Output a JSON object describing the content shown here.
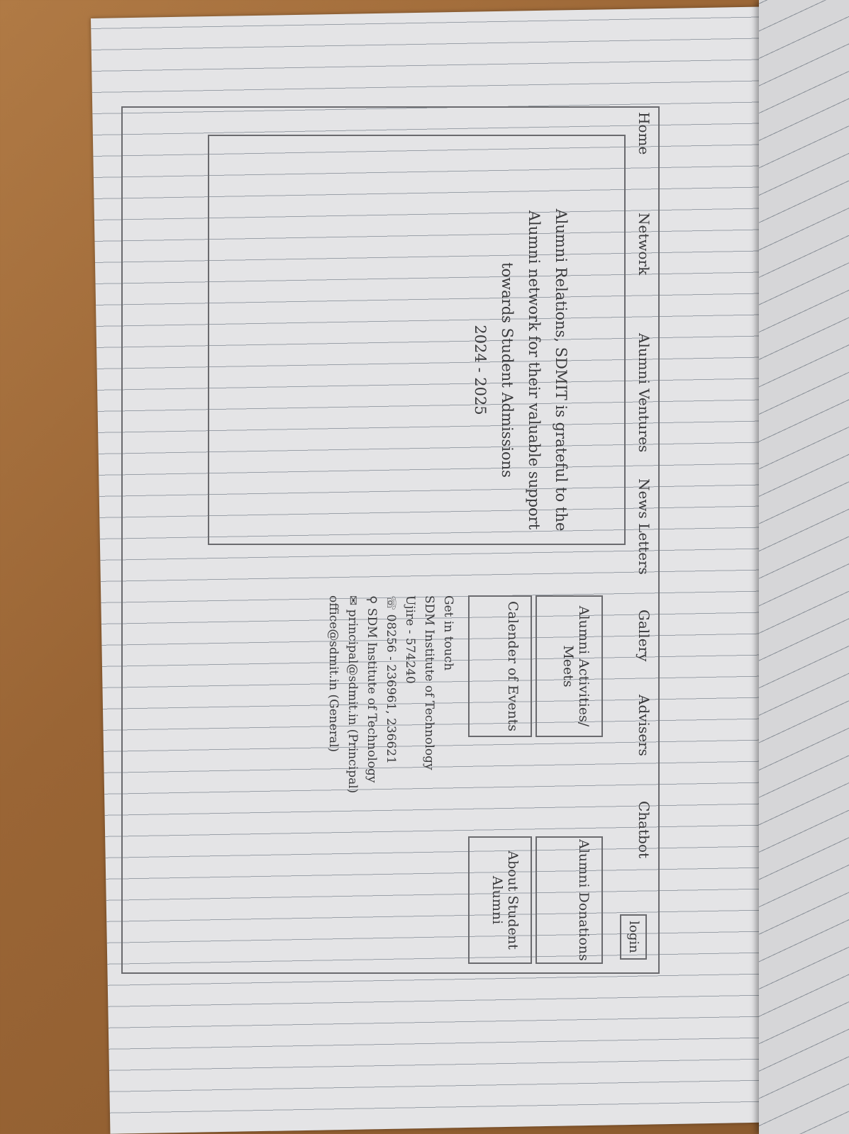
{
  "nav": {
    "items": [
      "Home",
      "Network",
      "Alumni Ventures",
      "News Letters",
      "Gallery",
      "Advisers",
      "Chatbot"
    ],
    "login": "login"
  },
  "hero": {
    "line1": "Alumni Relations, SDMIT is grateful to the",
    "line2": "Alumni network for their valuable support",
    "line3": "towards Student Admissions",
    "line4": "2024 - 2025"
  },
  "cards": {
    "activities": "Alumni Activities/ Meets",
    "donations": "Alumni Donations",
    "calendar": "Calender of Events",
    "about": "About Student Alumni"
  },
  "contact": {
    "heading": "Get in touch",
    "line1": "SDM Institute of Technology",
    "line2": "Ujire - 574240",
    "line3": "08256 - 236961, 236621",
    "line4": "SDM Institute of Technology",
    "line5": "principal@sdmit.in (Principal)",
    "line6": "office@sdmit.in (General)"
  },
  "icons": {
    "phone": "phone-icon",
    "location": "location-icon",
    "mail": "mail-icon"
  }
}
